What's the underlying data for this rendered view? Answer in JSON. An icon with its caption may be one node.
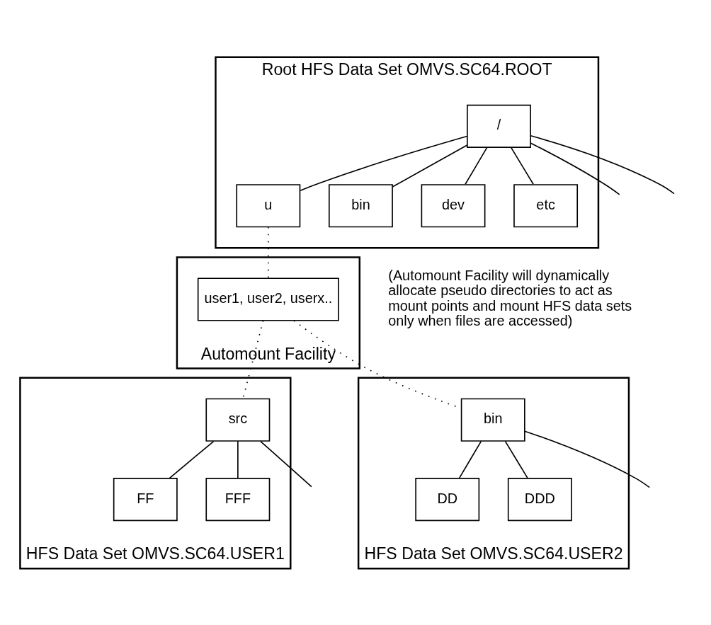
{
  "diagram": {
    "nodes": [
      {
        "text": [
          "Root HFS Data Set OMVS.SC64.ROOT"
        ]
      },
      {
        "text": [
          "/"
        ],
        "in": 0
      },
      {
        "text": [
          "u"
        ],
        "in": 0
      },
      {
        "text": [
          "bin"
        ],
        "in": 0
      },
      {
        "text": [
          "dev"
        ],
        "in": 0
      },
      {
        "text": [
          "etc"
        ],
        "in": 0
      },
      {
        "text": [
          "Automount Facility"
        ]
      },
      {
        "text": [
          "user1, user2, userx.."
        ],
        "in": 6
      },
      {
        "text": [
          "HFS Data Set OMVS.SC64.USER1"
        ]
      },
      {
        "text": [
          "src"
        ],
        "in": 8
      },
      {
        "text": [
          "FF"
        ],
        "in": 8
      },
      {
        "text": [
          "FFF"
        ],
        "in": 8
      },
      {
        "text": [
          "HFS Data Set OMVS.SC64.USER2"
        ]
      },
      {
        "text": [
          "bin"
        ],
        "in": 12
      },
      {
        "text": [
          "DD"
        ],
        "in": 12
      },
      {
        "text": [
          "DDD"
        ],
        "in": 12
      }
    ],
    "edges": [
      {
        "from": 1,
        "to": 2,
        "arrow": "none"
      },
      {
        "from": 1,
        "to": 3,
        "arrow": "none"
      },
      {
        "from": 1,
        "to": 4,
        "arrow": "none"
      },
      {
        "from": 1,
        "to": 5,
        "arrow": "none"
      },
      {
        "from": 1,
        "to": null,
        "arrow": "none"
      },
      {
        "from": 1,
        "to": null,
        "arrow": "none"
      },
      {
        "from": 2,
        "to": 7,
        "arrow": "none",
        "style": "dashed"
      },
      {
        "from": 7,
        "to": 9,
        "arrow": "none",
        "style": "dashed"
      },
      {
        "from": 7,
        "to": 13,
        "arrow": "none",
        "style": "dashed"
      },
      {
        "from": 9,
        "to": 10,
        "arrow": "none"
      },
      {
        "from": 9,
        "to": 11,
        "arrow": "none"
      },
      {
        "from": 9,
        "to": null,
        "arrow": "none"
      },
      {
        "from": 13,
        "to": 14,
        "arrow": "none"
      },
      {
        "from": 13,
        "to": 15,
        "arrow": "none"
      },
      {
        "from": 13,
        "to": null,
        "arrow": "none"
      }
    ],
    "labels": [
      "(Automount Facility will dynamically allocate pseudo directories to act as mount points and mount HFS data sets only when files are accessed)"
    ]
  }
}
